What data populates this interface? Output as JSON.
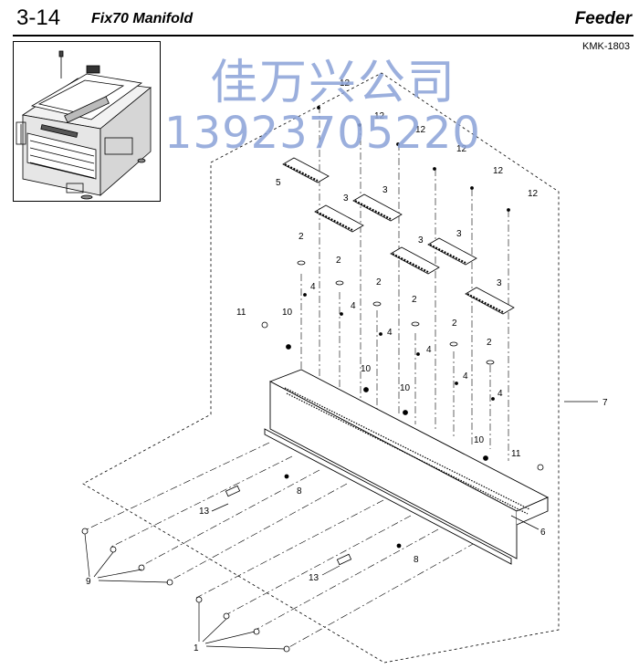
{
  "header": {
    "section": "3-14",
    "title": "Fix70 Manifold",
    "category": "Feeder",
    "code": "KMK-1803"
  },
  "watermark": {
    "line1": "佳万兴公司",
    "line2": "13923705220"
  },
  "callouts": {
    "c1": "1",
    "c2": "2",
    "c3": "3",
    "c4": "4",
    "c5": "5",
    "c6": "6",
    "c7": "7",
    "c8": "8",
    "c9": "9",
    "c10": "10",
    "c11": "11",
    "c12": "12",
    "c13": "13"
  }
}
